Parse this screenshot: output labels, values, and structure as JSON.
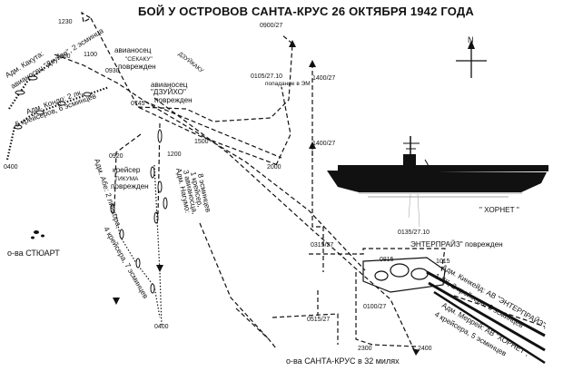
{
  "title": "БОЙ У ОСТРОВОВ САНТА-КРУС 26 ОКТЯБРЯ 1942 ГОДА",
  "compass": {
    "north": "N"
  },
  "labels": {
    "kakuta": "Адм. Какута:",
    "kakuta_ships": "авианосец \"Дзуйко\", 2 эсминца",
    "kondo": "Адм. Кондо: 2 лк,",
    "kondo_ships": "5 крейсеров, 6 эсминцев",
    "shokaku_1": "авианосец",
    "shokaku_2": "\"СЕКАКУ\"",
    "shokaku_3": "поврежден",
    "dzuyho_1": "авианосец",
    "dzuyho_2": "\"ДЗУЙХО\"",
    "dzuyho_3": "поврежден",
    "dzuykaku": "ДЗУЙКАКУ",
    "tikuma_1": "крейсер",
    "tikuma_2": "ТИКУМА",
    "tikuma_3": "поврежден",
    "abe_1": "Адм. Абе: 2 линкора,",
    "abe_2": "4 крейсера, 7 эсминцев",
    "nagumo_1": "Адм. Нагумо:",
    "nagumo_2": "3 авианосца,",
    "nagumo_3": "1 крейсер,",
    "nagumo_4": "8 эсминцев",
    "stuart": "о-ва СТЮАРТ",
    "hornet": "\" ХОРНЕТ \"",
    "enterprise_dmg": "ЭНТЕРПРАЙЗ\" поврежден",
    "kinkaid_1": "Адм. Кинкейд: АВ \"ЭНТЕРПРАЙЗ\",",
    "kinkaid_2": "1 ЛК, 2 крейсера, 8 эсминцев",
    "murray_1": "Адм. Меррей: АВ \"ХОРНЕТ\",",
    "murray_2": "4 крейсера, 5 эсминцев",
    "santa_cruz": "о-ва САНТА-КРУС в 32 милях",
    "hit_em": "попадание в ЭМ"
  },
  "times": {
    "t1230": "1230",
    "t1000": "1000",
    "t1100": "1100",
    "t0930": "0930",
    "t0745": "0745",
    "t0900_27": "0900/27",
    "t0105_27_10": "0105/27.10",
    "t1400_27a": "1400/27",
    "t1400_27b": "1400/27",
    "t1500": "1500",
    "t2000": "2000",
    "t0920": "0920",
    "t1200": "1200",
    "t0400a": "0400",
    "t0400b": "0400",
    "t0315_27": "0315/27",
    "t0135_27_10": "0135/27.10",
    "t0815": "0815",
    "t1015": "1015",
    "t0515_27": "0515/27",
    "t0100_27": "0100/27",
    "t2300": "2300",
    "t2400": "2400"
  }
}
